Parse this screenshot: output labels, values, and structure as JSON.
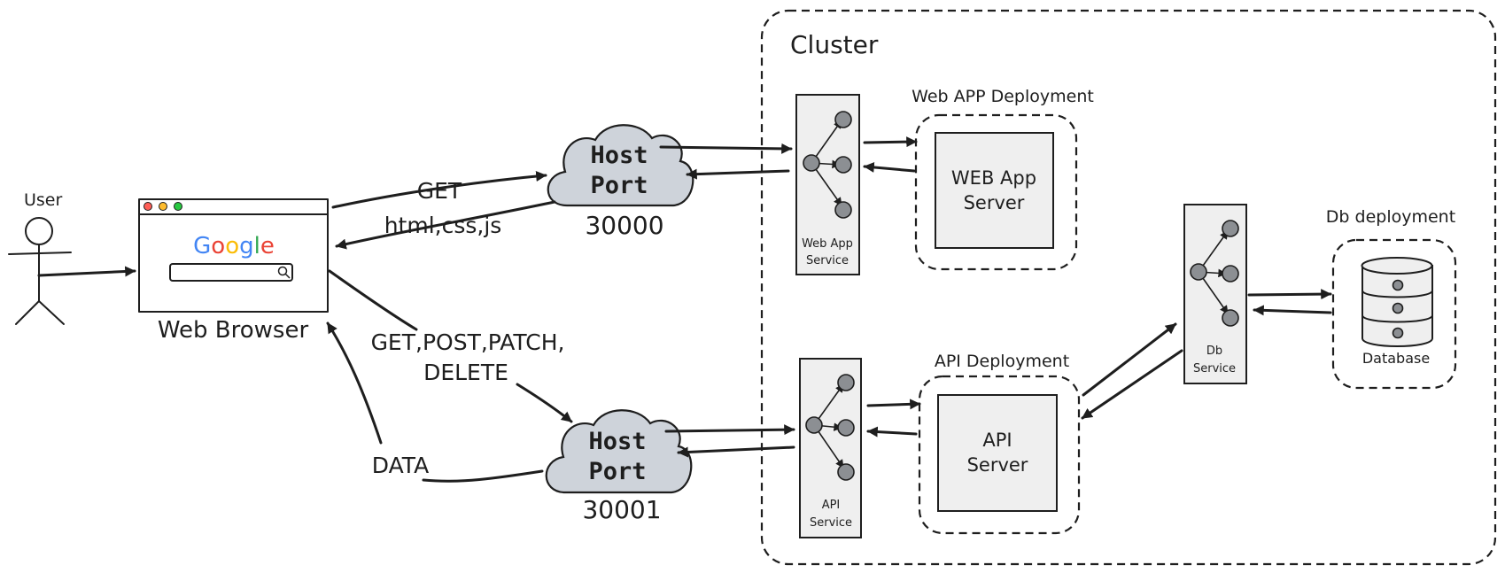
{
  "cluster": {
    "label": "Cluster"
  },
  "user": {
    "label": "User"
  },
  "browser": {
    "label": "Web Browser",
    "logo_letters": [
      {
        "ch": "G",
        "color": "#4285F4"
      },
      {
        "ch": "o",
        "color": "#EA4335"
      },
      {
        "ch": "o",
        "color": "#FBBC05"
      },
      {
        "ch": "g",
        "color": "#4285F4"
      },
      {
        "ch": "l",
        "color": "#34A853"
      },
      {
        "ch": "e",
        "color": "#EA4335"
      }
    ],
    "dot_colors": [
      "#ff5f57",
      "#febc2e",
      "#28c840"
    ],
    "search_icon": "search-icon"
  },
  "host_port_web": {
    "line1": "Host",
    "line2": "Port",
    "port": "30000"
  },
  "host_port_api": {
    "line1": "Host",
    "line2": "Port",
    "port": "30001"
  },
  "edges": {
    "get": "GET",
    "html_css_js": "html,css,js",
    "methods_line1": "GET,POST,PATCH,",
    "methods_line2": "DELETE",
    "data": "DATA"
  },
  "web_app_service": {
    "line1": "Web App",
    "line2": "Service"
  },
  "api_service": {
    "line1": "API",
    "line2": "Service"
  },
  "db_service": {
    "line1": "Db",
    "line2": "Service"
  },
  "web_app_deployment": {
    "title": "Web APP Deployment",
    "server_line1": "WEB App",
    "server_line2": "Server"
  },
  "api_deployment": {
    "title": "API Deployment",
    "server_line1": "API",
    "server_line2": "Server"
  },
  "db_deployment": {
    "title": "Db deployment",
    "db_label": "Database"
  }
}
